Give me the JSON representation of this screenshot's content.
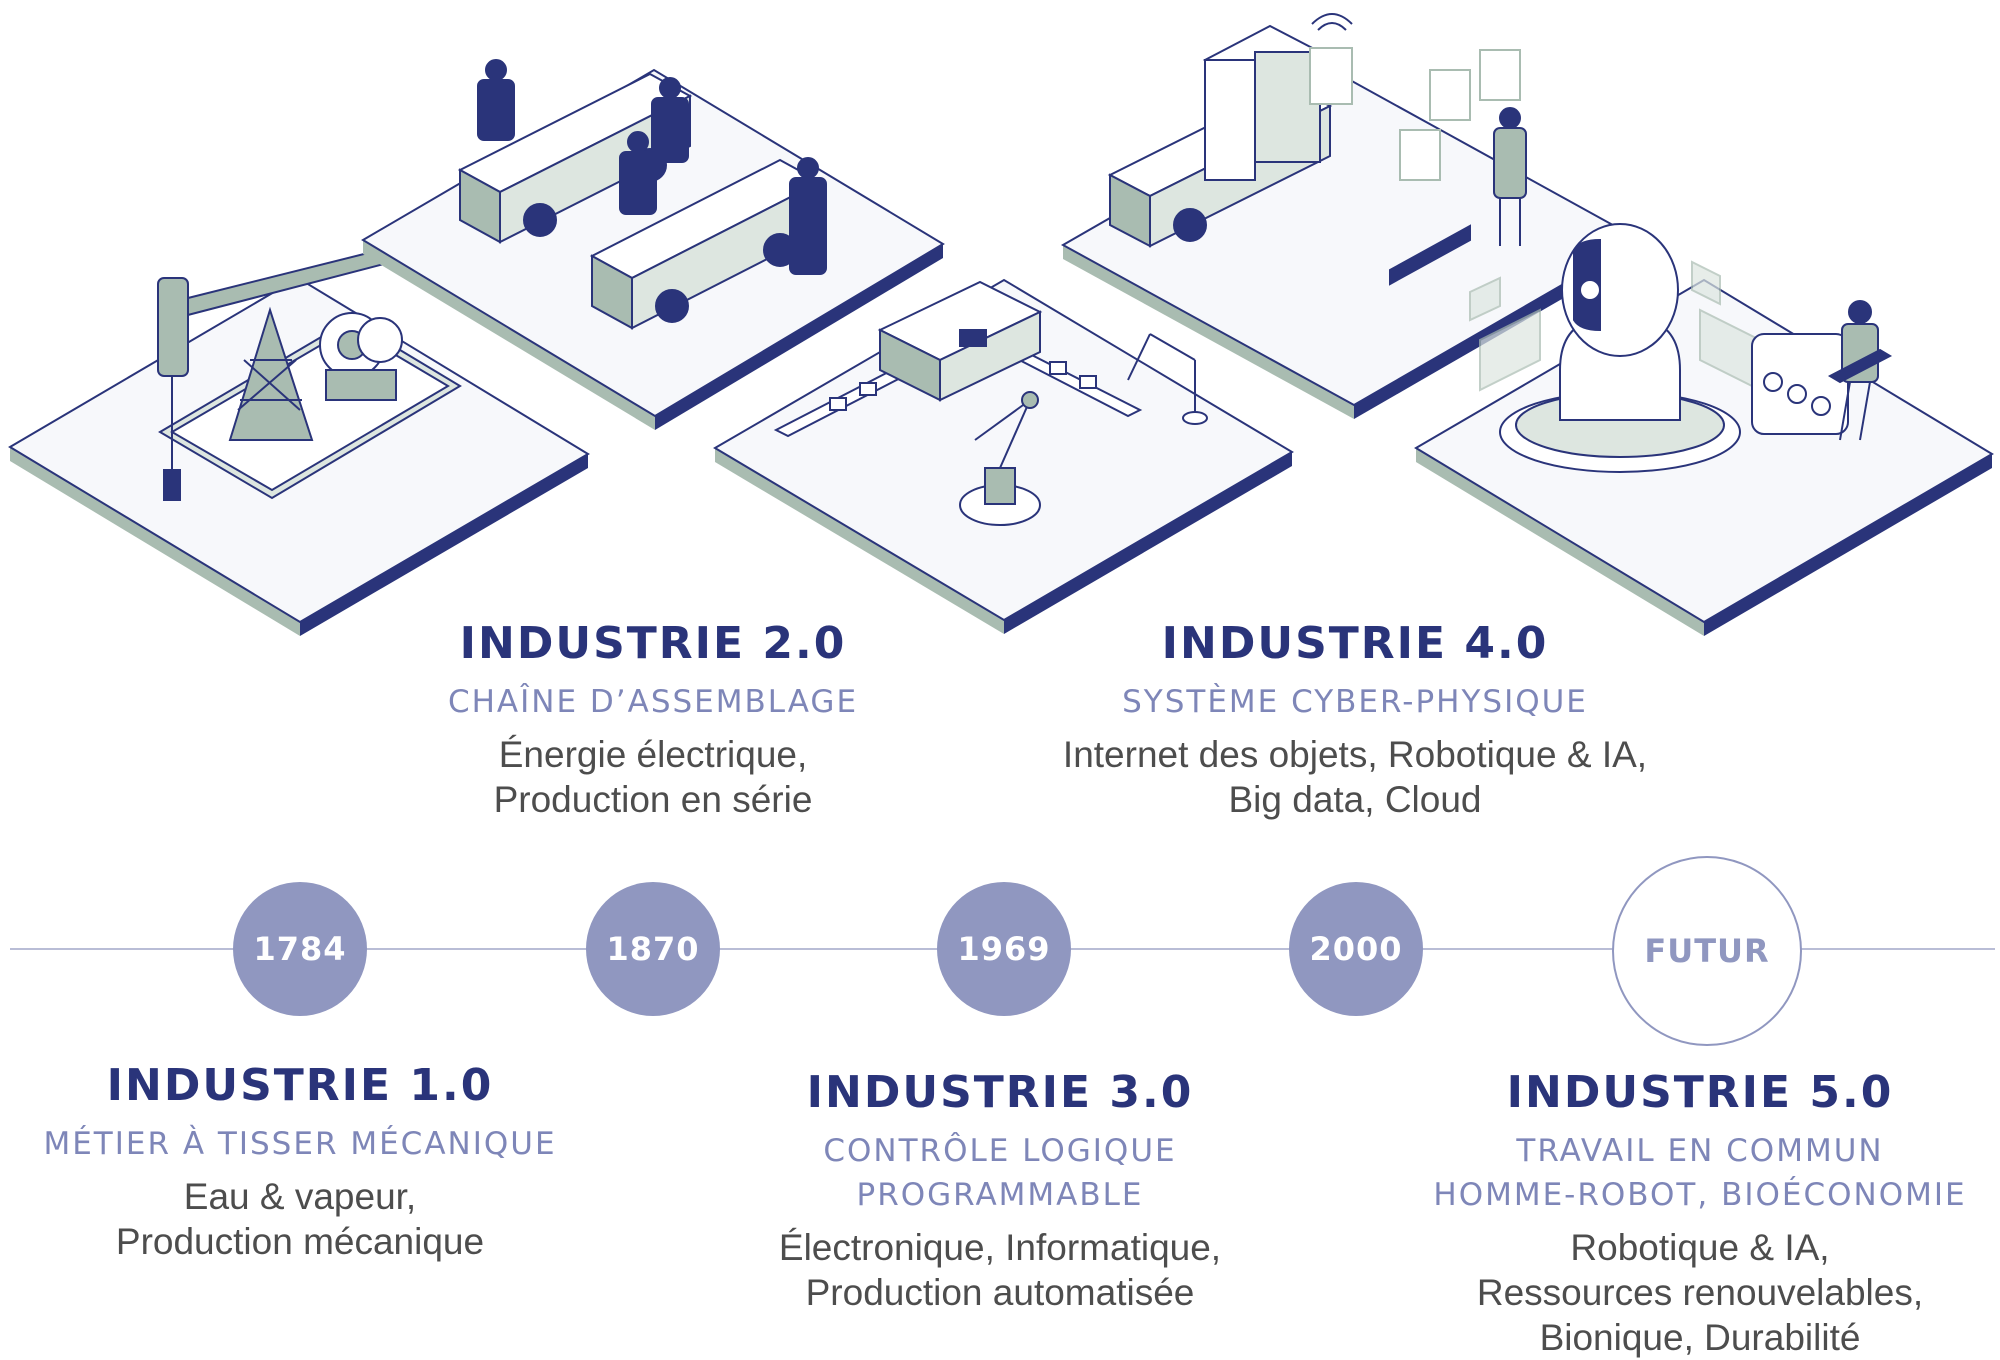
{
  "colors": {
    "navy": "#2a347a",
    "slate": "#7e86b8",
    "node": "#9097c0",
    "sage": "#a9bcb1",
    "platform_top": "#f7f8fb",
    "text_gray": "#4d4d4d"
  },
  "timeline": [
    {
      "label": "1784",
      "future": false
    },
    {
      "label": "1870",
      "future": false
    },
    {
      "label": "1969",
      "future": false
    },
    {
      "label": "2000",
      "future": false
    },
    {
      "label": "FUTUR",
      "future": true
    }
  ],
  "stages": [
    {
      "title": "INDUSTRIE 1.0",
      "subtitle": [
        "MÉTIER À TISSER MÉCANIQUE"
      ],
      "description": [
        "Eau & vapeur,",
        "Production mécanique"
      ],
      "illustration": "oil-pump-jack-icon"
    },
    {
      "title": "INDUSTRIE 2.0",
      "subtitle": [
        "CHAÎNE D’ASSEMBLAGE"
      ],
      "description": [
        "Énergie électrique,",
        "Production en série"
      ],
      "illustration": "assembly-line-icon"
    },
    {
      "title": "INDUSTRIE 3.0",
      "subtitle": [
        "CONTRÔLE LOGIQUE",
        "PROGRAMMABLE"
      ],
      "description": [
        "Électronique, Informatique,",
        "Production automatisée"
      ],
      "illustration": "robot-arm-conveyor-icon"
    },
    {
      "title": "INDUSTRIE 4.0",
      "subtitle": [
        "SYSTÈME CYBER-PHYSIQUE"
      ],
      "description": [
        "Internet des objets, Robotique & IA,",
        "Big data, Cloud"
      ],
      "illustration": "smart-factory-icon"
    },
    {
      "title": "INDUSTRIE 5.0",
      "subtitle": [
        "TRAVAIL EN COMMUN",
        "HOMME-ROBOT, BIOÉCONOMIE"
      ],
      "description": [
        "Robotique & IA,",
        "Ressources renouvelables,",
        "Bionique, Durabilité"
      ],
      "illustration": "ai-humanoid-head-icon"
    }
  ]
}
